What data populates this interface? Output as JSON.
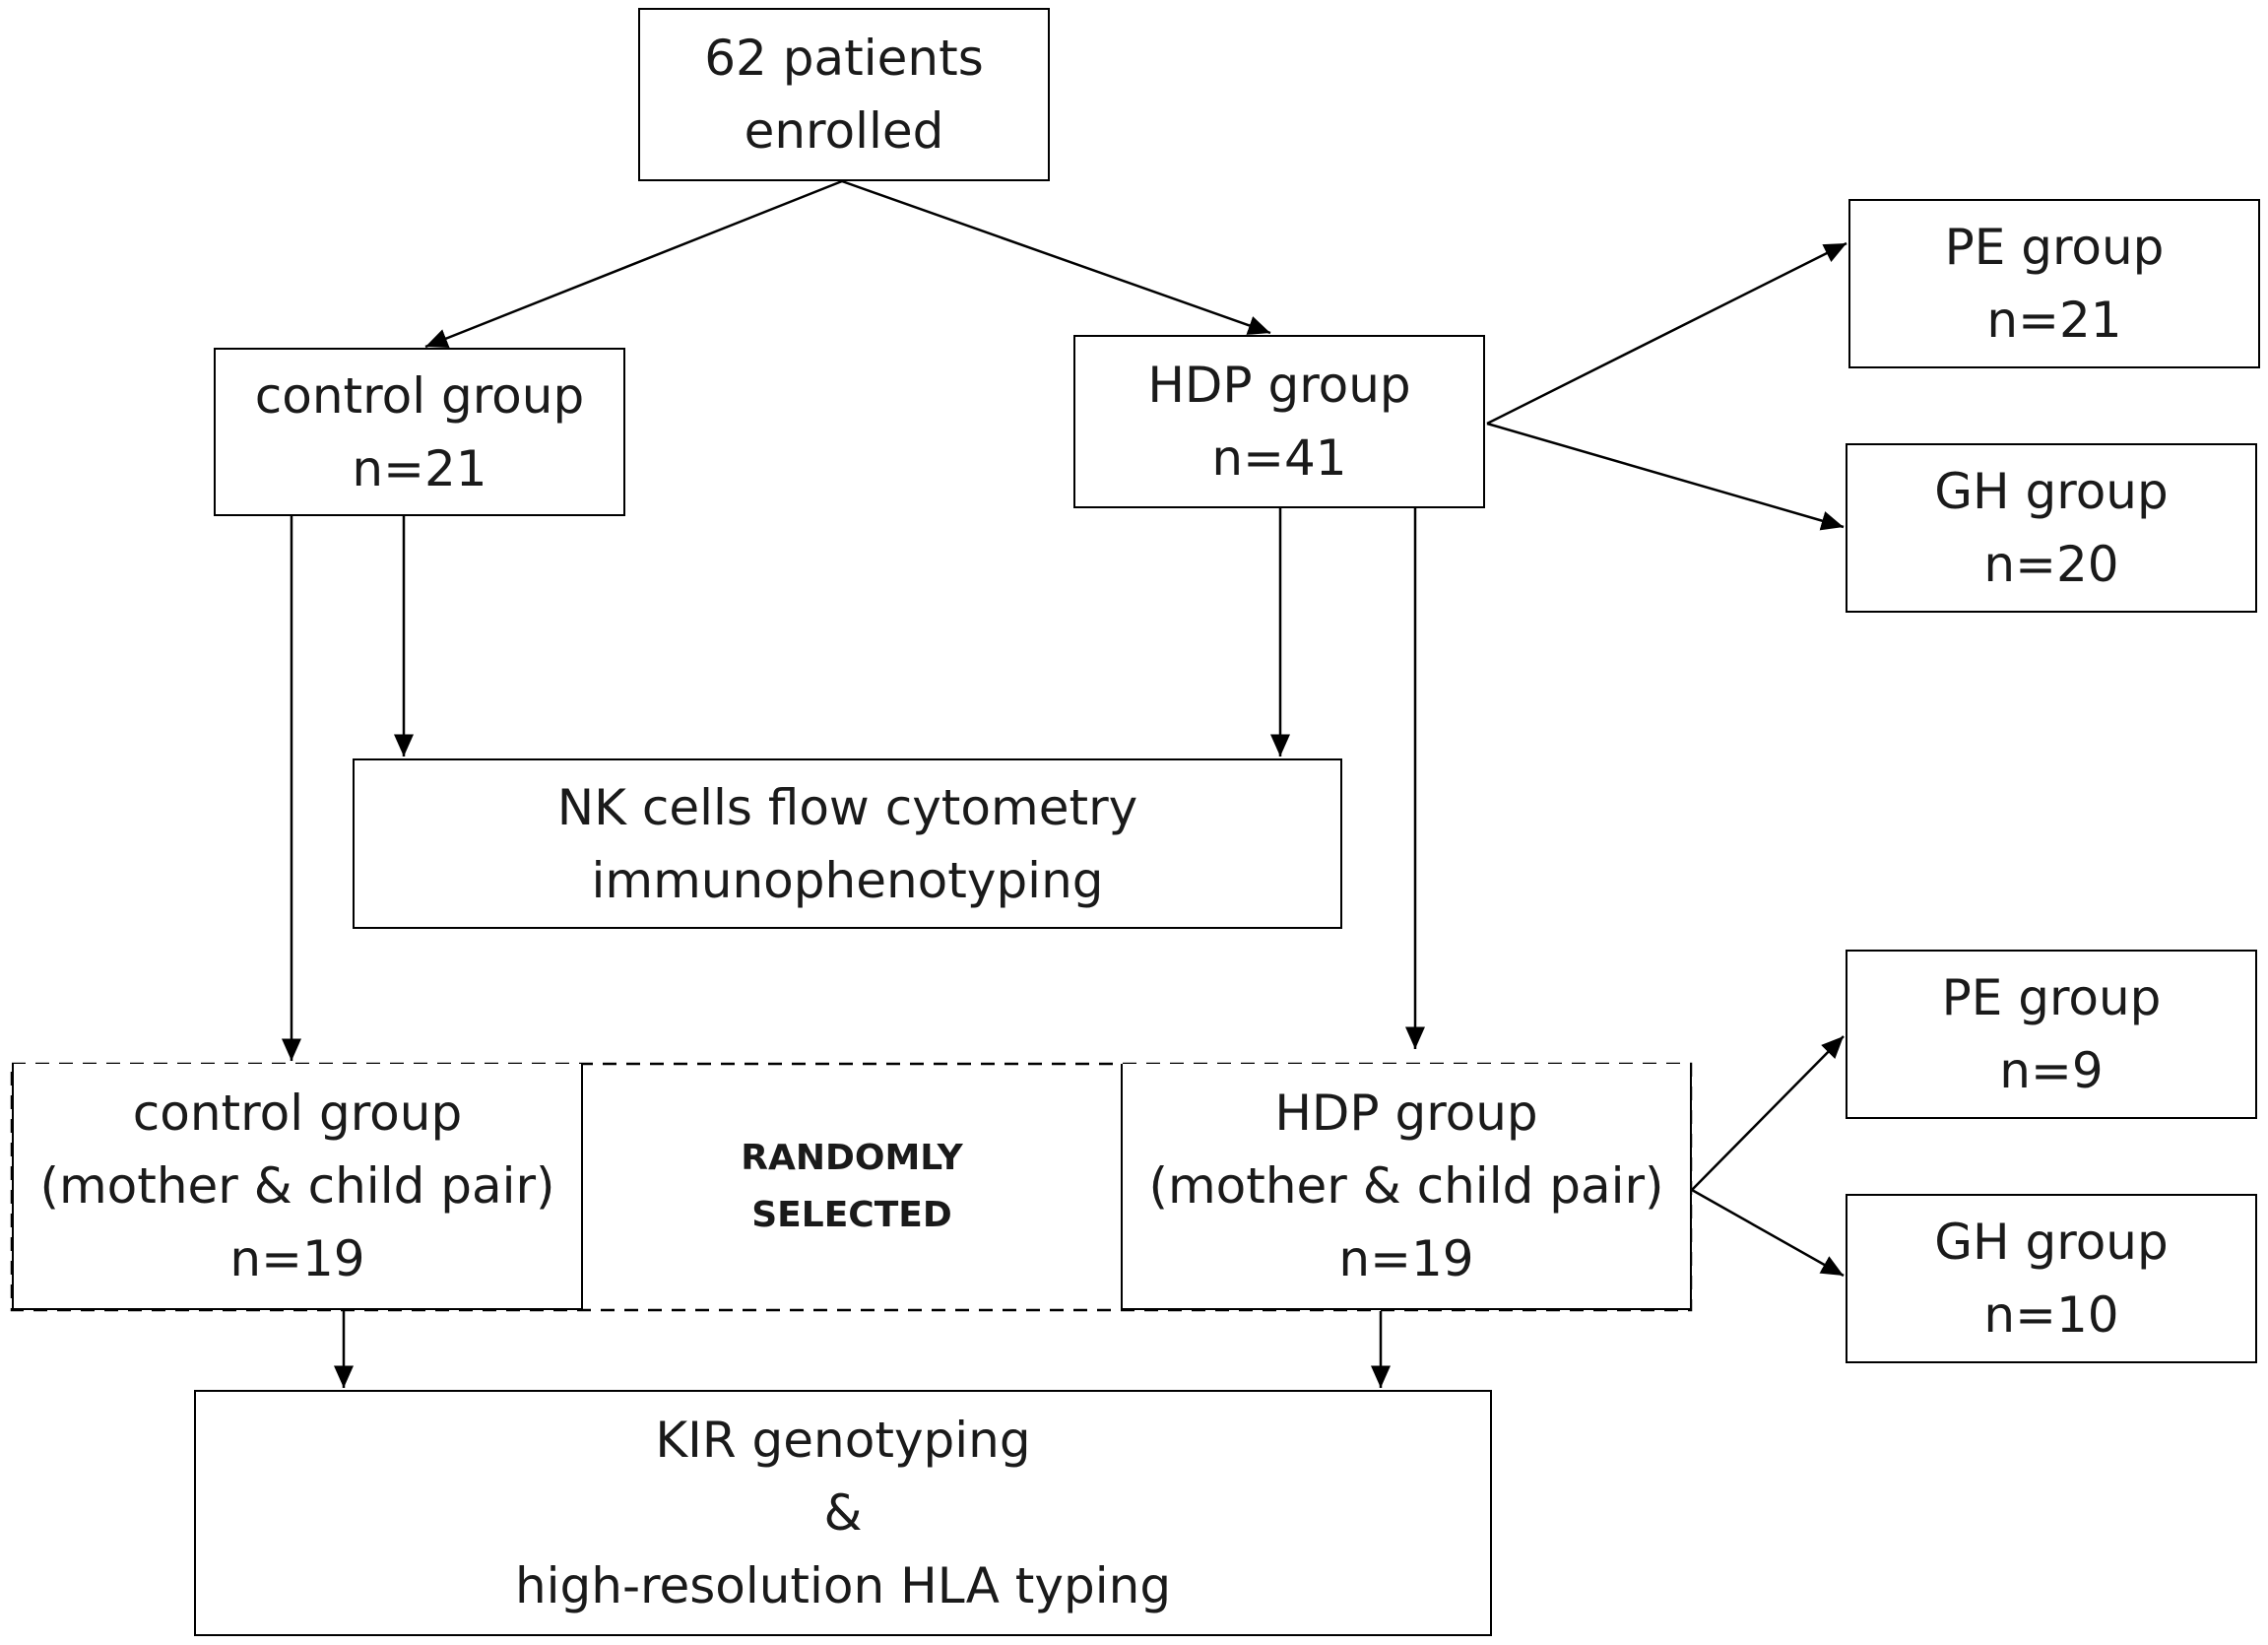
{
  "nodes": {
    "enrolled": {
      "line1": "62 patients",
      "line2": "enrolled"
    },
    "control_top": {
      "line1": "control group",
      "line2": "n=21"
    },
    "hdp_top": {
      "line1": "HDP group",
      "line2": "n=41"
    },
    "pe_top": {
      "line1": "PE group",
      "line2": "n=21"
    },
    "gh_top": {
      "line1": "GH group",
      "line2": "n=20"
    },
    "nk": {
      "line1": "NK cells flow cytometry",
      "line2": "immunophenotyping"
    },
    "control_pair": {
      "line1": "control group",
      "line2": "(mother & child pair)",
      "line3": "n=19"
    },
    "randomly": {
      "line1": "RANDOMLY",
      "line2": "SELECTED"
    },
    "hdp_pair": {
      "line1": "HDP group",
      "line2": "(mother & child pair)",
      "line3": "n=19"
    },
    "pe_bottom": {
      "line1": "PE group",
      "line2": "n=9"
    },
    "gh_bottom": {
      "line1": "GH group",
      "line2": "n=10"
    },
    "kir": {
      "line1": "KIR genotyping",
      "line2": "&",
      "line3": "high-resolution HLA typing"
    }
  },
  "colors": {
    "stroke": "#000000",
    "text": "#1a1a1a",
    "background": "#ffffff"
  }
}
